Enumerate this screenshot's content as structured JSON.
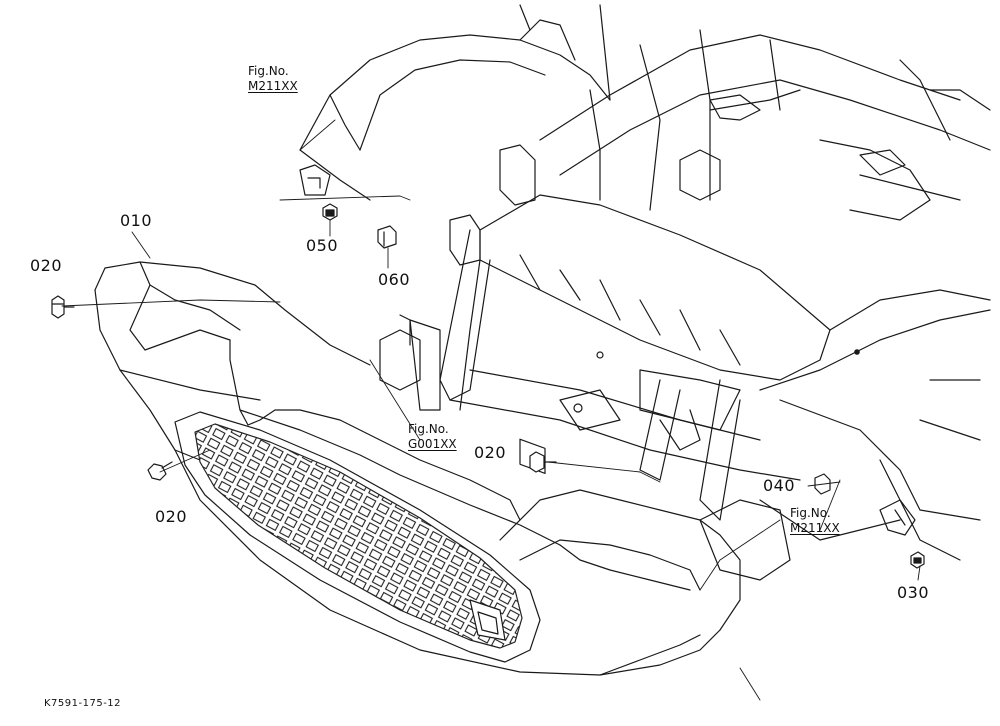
{
  "callouts": {
    "p010": "010",
    "p020_left": "020",
    "p020_bottom": "020",
    "p020_center": "020",
    "p030": "030",
    "p040": "040",
    "p050": "050",
    "p060": "060"
  },
  "figure_refs": {
    "top": {
      "label": "Fig.No.",
      "ref": "M211XX"
    },
    "center": {
      "label": "Fig.No.",
      "ref": "G001XX"
    },
    "right": {
      "label": "Fig.No.",
      "ref": "M211XX"
    }
  },
  "drawing_code": "K7591-175-12"
}
